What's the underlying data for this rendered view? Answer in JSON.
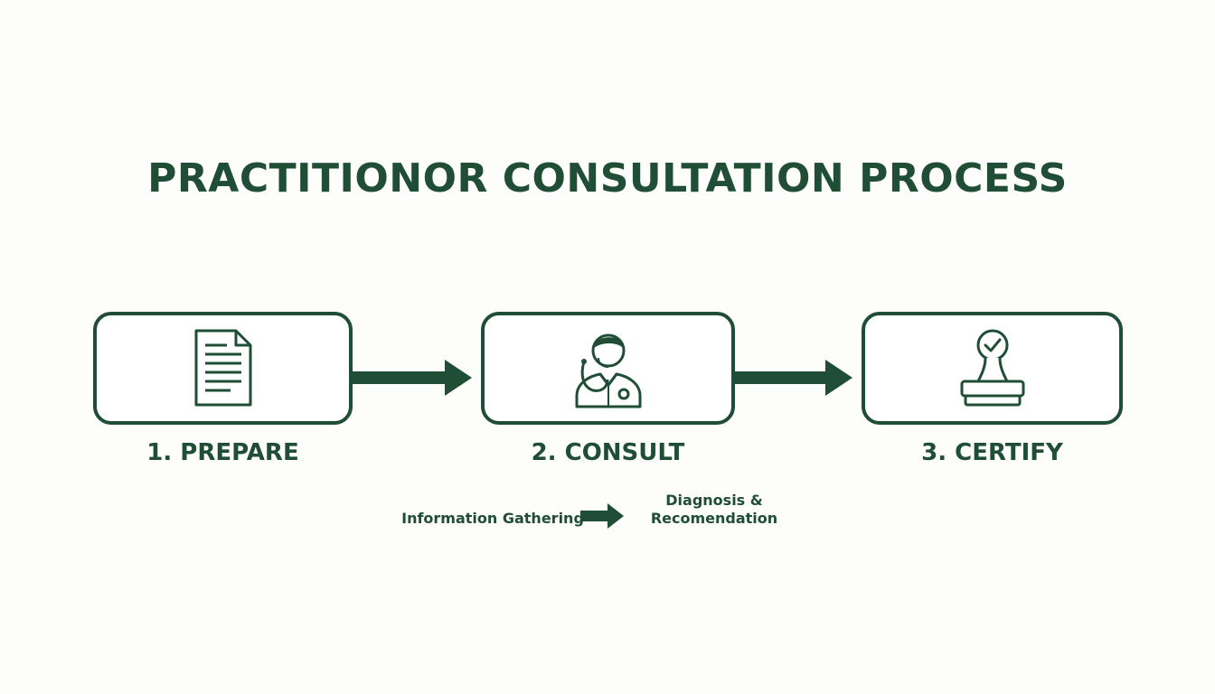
{
  "title": "PRACTITIONOR CONSULTATION PROCESS",
  "steps": [
    {
      "label": "1. PREPARE",
      "icon": "document-icon"
    },
    {
      "label": "2. CONSULT",
      "icon": "doctor-stethoscope-icon"
    },
    {
      "label": "3. CERTIFY",
      "icon": "approval-stamp-icon"
    }
  ],
  "sub_flow": {
    "from": "Information Gathering",
    "to_line1": "Diagnosis &",
    "to_line2": "Recomendation"
  },
  "colors": {
    "primary": "#1f4d36",
    "background": "#fdfdfb"
  }
}
